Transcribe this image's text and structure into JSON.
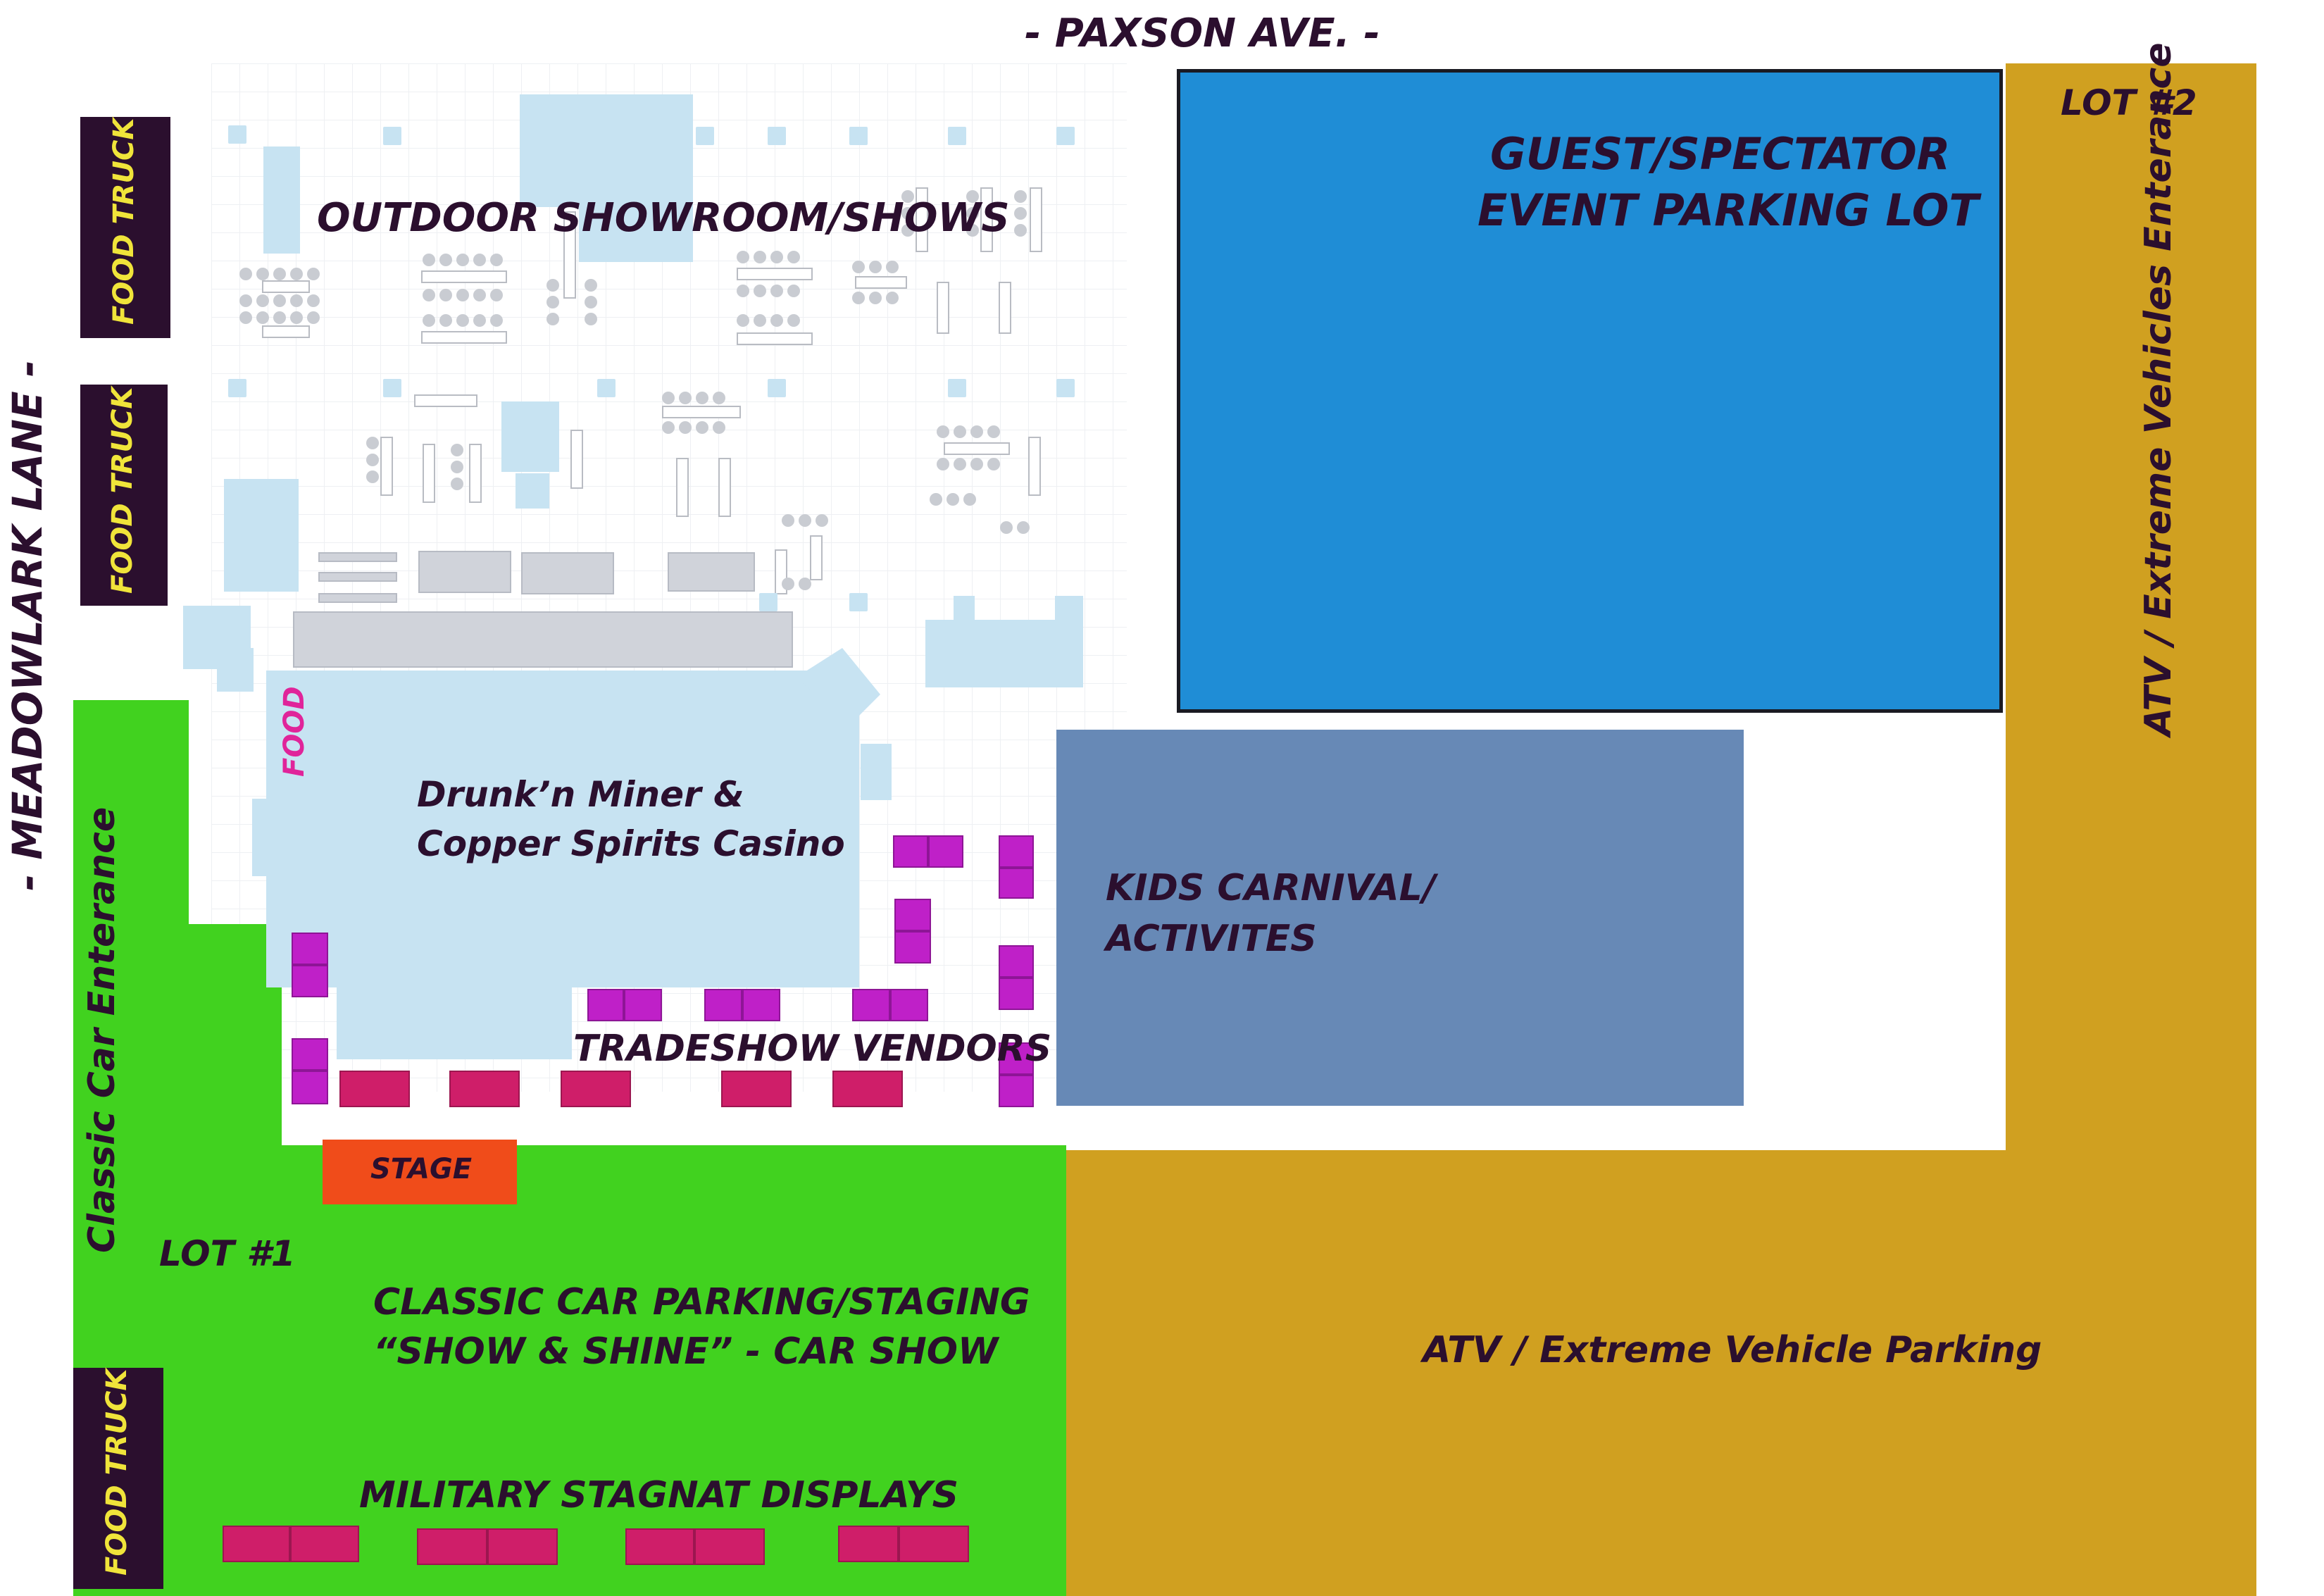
{
  "map": {
    "roads": {
      "top": "- PAXSON AVE. -",
      "left": "- MEADOWLARK LANE -"
    },
    "areas": {
      "outdoor_showroom": "OUTDOOR SHOWROOM/SHOWS",
      "guest_parking_line1": "GUEST/SPECTATOR",
      "guest_parking_line2": "EVENT PARKING LOT",
      "lot2": "LOT #2",
      "atv_entrance": "ATV / Extreme Vehicles Enterance",
      "food": "FOOD",
      "casino_line1": "Drunk’n Miner &",
      "casino_line2": "Copper Spirits Casino",
      "kids_line1": "KIDS CARNIVAL/",
      "kids_line2": "ACTIVITES",
      "tradeshow": "TRADESHOW VENDORS",
      "stage": "STAGE",
      "lot1": "LOT #1",
      "classic_entrance": "Classic Car Enterance",
      "classic_line1": "CLASSIC CAR PARKING/STAGING",
      "classic_line2": "“SHOW & SHINE” - CAR SHOW",
      "military": "MILITARY STAGNAT DISPLAYS",
      "atv_parking": "ATV / Extreme Vehicle Parking"
    },
    "food_trucks": [
      "FOOD TRUCK",
      "FOOD TRUCK",
      "FOOD TRUCK"
    ],
    "colors": {
      "guest_parking": "#1f8dd6",
      "kids_carnival": "#6789b6",
      "lot_gold": "#d0a020",
      "classic_green": "#41d21f",
      "stage": "#f04c1a",
      "casino": "#c7e3f2",
      "booth_magenta": "#bf20c8",
      "booth_crimson": "#cf1e69",
      "food_truck": "#2b0f2e",
      "food_text": "#e0249a",
      "truck_text": "#f0e43a"
    }
  }
}
